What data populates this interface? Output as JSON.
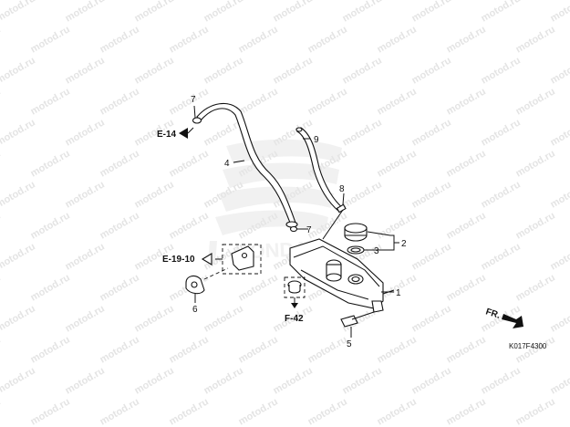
{
  "watermark": {
    "text": "motod.ru",
    "color": "#e4e4e4"
  },
  "callouts": {
    "c1": "1",
    "c2": "2",
    "c3": "3",
    "c4": "4",
    "c5": "5",
    "c6": "6",
    "c7a": "7",
    "c7b": "7",
    "c8": "8",
    "c9": "9"
  },
  "references": {
    "e14": "E-14",
    "e1910": "E-19-10",
    "f42": "F-42"
  },
  "direction": {
    "label": "FR."
  },
  "diagram_code": "K017F4300",
  "logo": {
    "text": "HONDA",
    "color": "#e6e6e6"
  }
}
